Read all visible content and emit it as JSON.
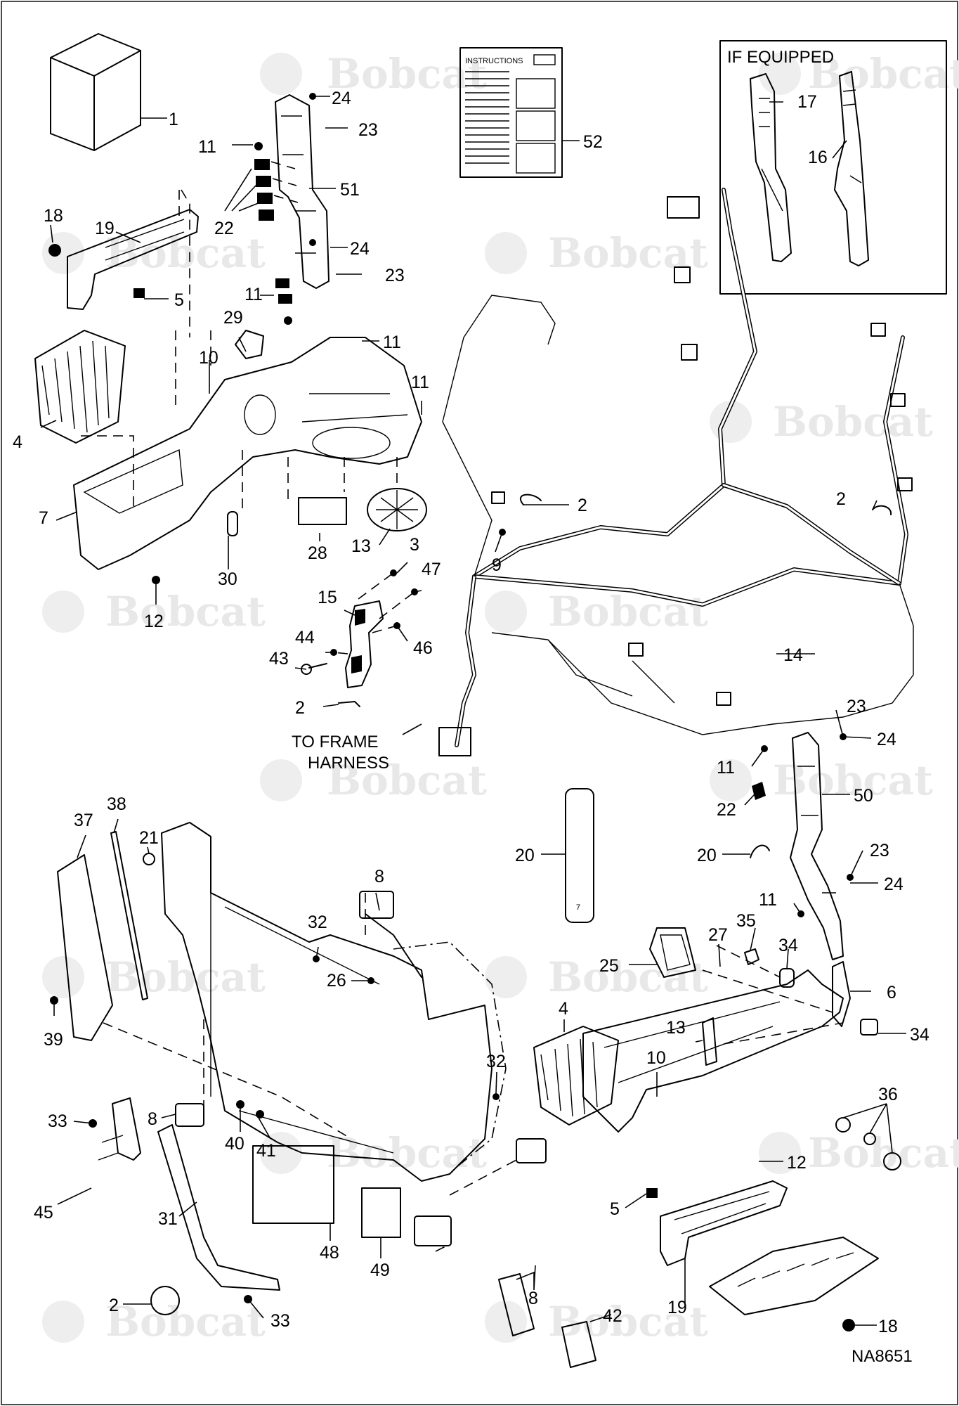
{
  "diagram": {
    "watermark": "Bobcat",
    "drawing_id": "NA8651",
    "inset_title": "IF EQUIPPED",
    "instructions_label": "INSTRUCTIONS",
    "frame_harness_note": [
      "TO FRAME",
      "HARNESS"
    ],
    "decal_label": "7",
    "callouts": [
      {
        "id": "c1",
        "text": "1"
      },
      {
        "id": "c24a",
        "text": "24"
      },
      {
        "id": "c23a",
        "text": "23"
      },
      {
        "id": "c11a",
        "text": "11"
      },
      {
        "id": "c51",
        "text": "51"
      },
      {
        "id": "c22a",
        "text": "22"
      },
      {
        "id": "c18a",
        "text": "18"
      },
      {
        "id": "c19a",
        "text": "19"
      },
      {
        "id": "c24b",
        "text": "24"
      },
      {
        "id": "c23b",
        "text": "23"
      },
      {
        "id": "c5a",
        "text": "5"
      },
      {
        "id": "c11b",
        "text": "11"
      },
      {
        "id": "c29",
        "text": "29"
      },
      {
        "id": "c11c",
        "text": "11"
      },
      {
        "id": "c10a",
        "text": "10"
      },
      {
        "id": "c11d",
        "text": "11"
      },
      {
        "id": "c4a",
        "text": "4"
      },
      {
        "id": "c7",
        "text": "7"
      },
      {
        "id": "c28",
        "text": "28"
      },
      {
        "id": "c13a",
        "text": "13"
      },
      {
        "id": "c3",
        "text": "3"
      },
      {
        "id": "c30",
        "text": "30"
      },
      {
        "id": "c12a",
        "text": "12"
      },
      {
        "id": "c15",
        "text": "15"
      },
      {
        "id": "c47",
        "text": "47"
      },
      {
        "id": "c44",
        "text": "44"
      },
      {
        "id": "c46",
        "text": "46"
      },
      {
        "id": "c43",
        "text": "43"
      },
      {
        "id": "c2a",
        "text": "2"
      },
      {
        "id": "c52",
        "text": "52"
      },
      {
        "id": "c17",
        "text": "17"
      },
      {
        "id": "c16",
        "text": "16"
      },
      {
        "id": "c2b",
        "text": "2"
      },
      {
        "id": "c9",
        "text": "9"
      },
      {
        "id": "c2c",
        "text": "2"
      },
      {
        "id": "c14",
        "text": "14"
      },
      {
        "id": "c23c",
        "text": "23"
      },
      {
        "id": "c24c",
        "text": "24"
      },
      {
        "id": "c11e",
        "text": "11"
      },
      {
        "id": "c50",
        "text": "50"
      },
      {
        "id": "c22b",
        "text": "22"
      },
      {
        "id": "c20a",
        "text": "20"
      },
      {
        "id": "c20b",
        "text": "20"
      },
      {
        "id": "c23d",
        "text": "23"
      },
      {
        "id": "c24d",
        "text": "24"
      },
      {
        "id": "c11f",
        "text": "11"
      },
      {
        "id": "c35",
        "text": "35"
      },
      {
        "id": "c27",
        "text": "27"
      },
      {
        "id": "c34a",
        "text": "34"
      },
      {
        "id": "c25",
        "text": "25"
      },
      {
        "id": "c6",
        "text": "6"
      },
      {
        "id": "c13b",
        "text": "13"
      },
      {
        "id": "c34b",
        "text": "34"
      },
      {
        "id": "c4b",
        "text": "4"
      },
      {
        "id": "c10b",
        "text": "10"
      },
      {
        "id": "c36",
        "text": "36"
      },
      {
        "id": "c12b",
        "text": "12"
      },
      {
        "id": "c5b",
        "text": "5"
      },
      {
        "id": "c19b",
        "text": "19"
      },
      {
        "id": "c18b",
        "text": "18"
      },
      {
        "id": "c37",
        "text": "37"
      },
      {
        "id": "c38",
        "text": "38"
      },
      {
        "id": "c21",
        "text": "21"
      },
      {
        "id": "c8a",
        "text": "8"
      },
      {
        "id": "c32a",
        "text": "32"
      },
      {
        "id": "c26",
        "text": "26"
      },
      {
        "id": "c39",
        "text": "39"
      },
      {
        "id": "c32b",
        "text": "32"
      },
      {
        "id": "c33a",
        "text": "33"
      },
      {
        "id": "c8b",
        "text": "8"
      },
      {
        "id": "c40",
        "text": "40"
      },
      {
        "id": "c41",
        "text": "41"
      },
      {
        "id": "c45",
        "text": "45"
      },
      {
        "id": "c31",
        "text": "31"
      },
      {
        "id": "c48",
        "text": "48"
      },
      {
        "id": "c49",
        "text": "49"
      },
      {
        "id": "c8c",
        "text": "8"
      },
      {
        "id": "c42",
        "text": "42"
      },
      {
        "id": "c2d",
        "text": "2"
      },
      {
        "id": "c33b",
        "text": "33"
      }
    ]
  }
}
